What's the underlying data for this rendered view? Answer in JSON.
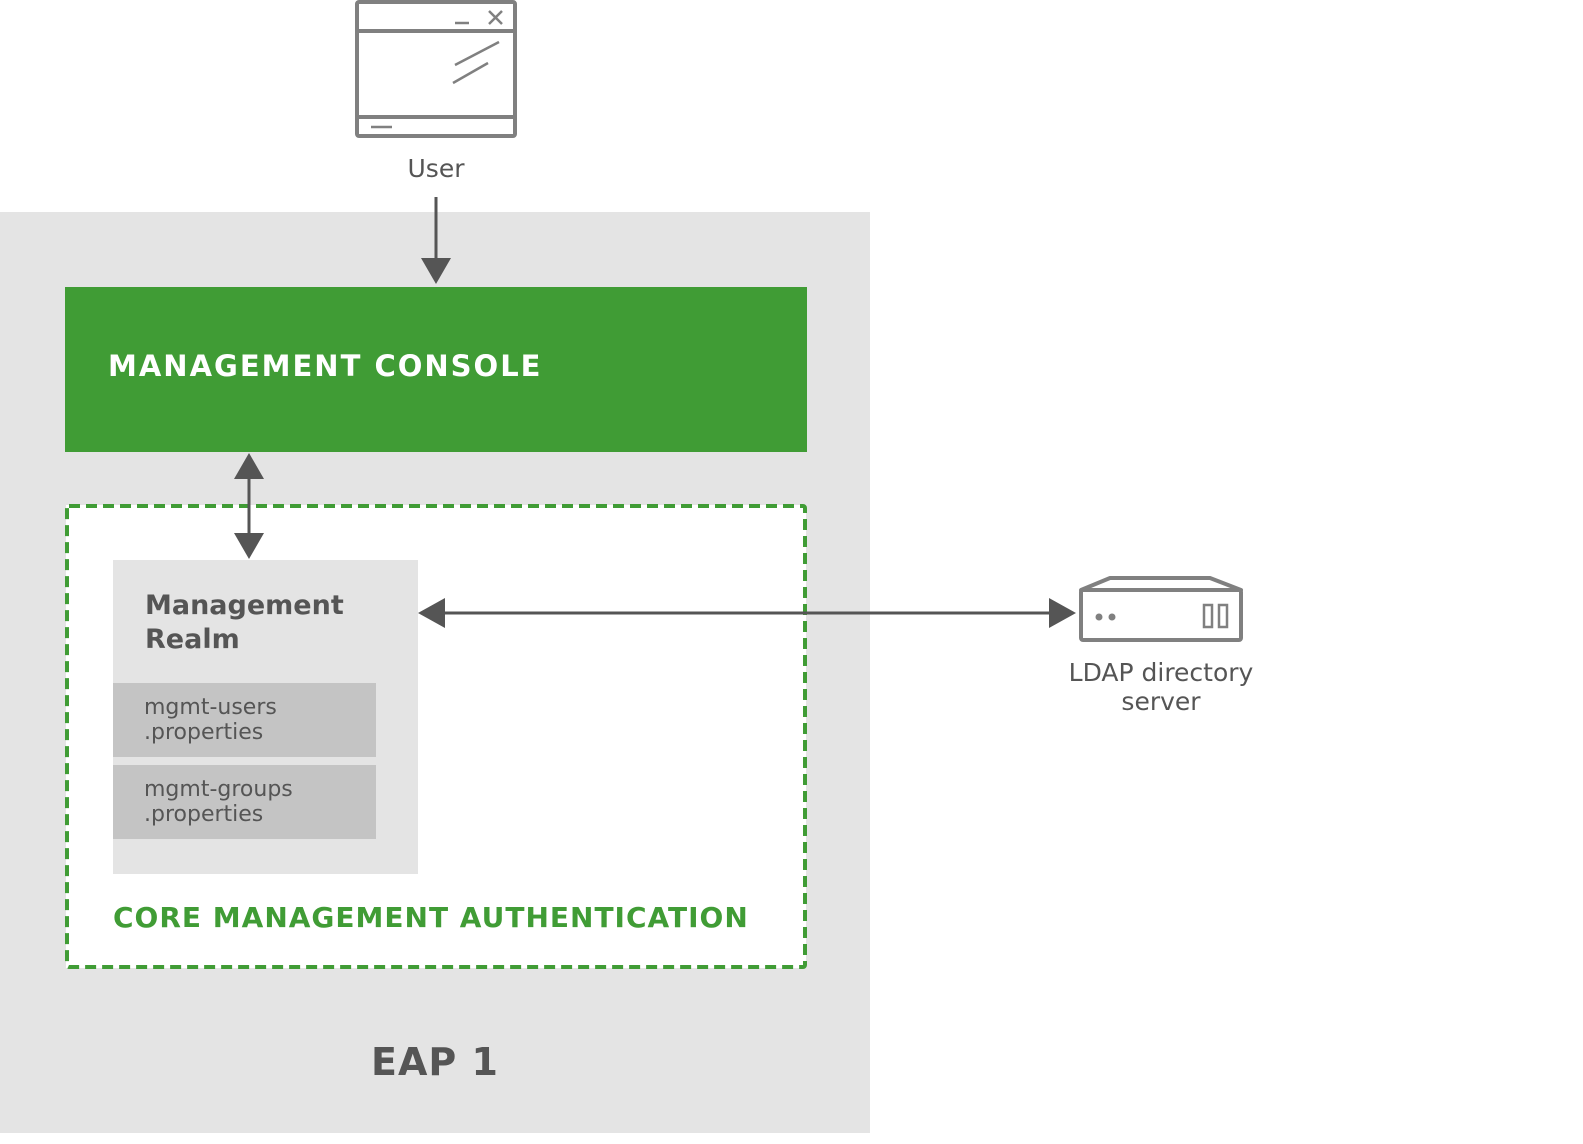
{
  "user": {
    "label": "User",
    "icon": "application-window-icon"
  },
  "eap": {
    "label": "EAP 1"
  },
  "management_console": {
    "label": "MANAGEMENT CONSOLE"
  },
  "core_auth": {
    "label": "CORE MANAGEMENT AUTHENTICATION"
  },
  "management_realm": {
    "title": "Management Realm",
    "files": [
      {
        "label": "mgmt-users\n.properties"
      },
      {
        "label": "mgmt-groups\n.properties"
      }
    ]
  },
  "ldap": {
    "label": "LDAP directory\nserver",
    "icon": "server-icon"
  },
  "connections": [
    {
      "from": "user",
      "to": "management_console",
      "direction": "one-way"
    },
    {
      "from": "management_console",
      "to": "management_realm",
      "direction": "two-way"
    },
    {
      "from": "management_realm",
      "to": "ldap",
      "direction": "two-way"
    }
  ],
  "colors": {
    "green": "#409c35",
    "panel_gray": "#e4e4e4",
    "file_gray": "#c4c4c4",
    "text_gray": "#555555",
    "icon_gray": "#808080"
  }
}
